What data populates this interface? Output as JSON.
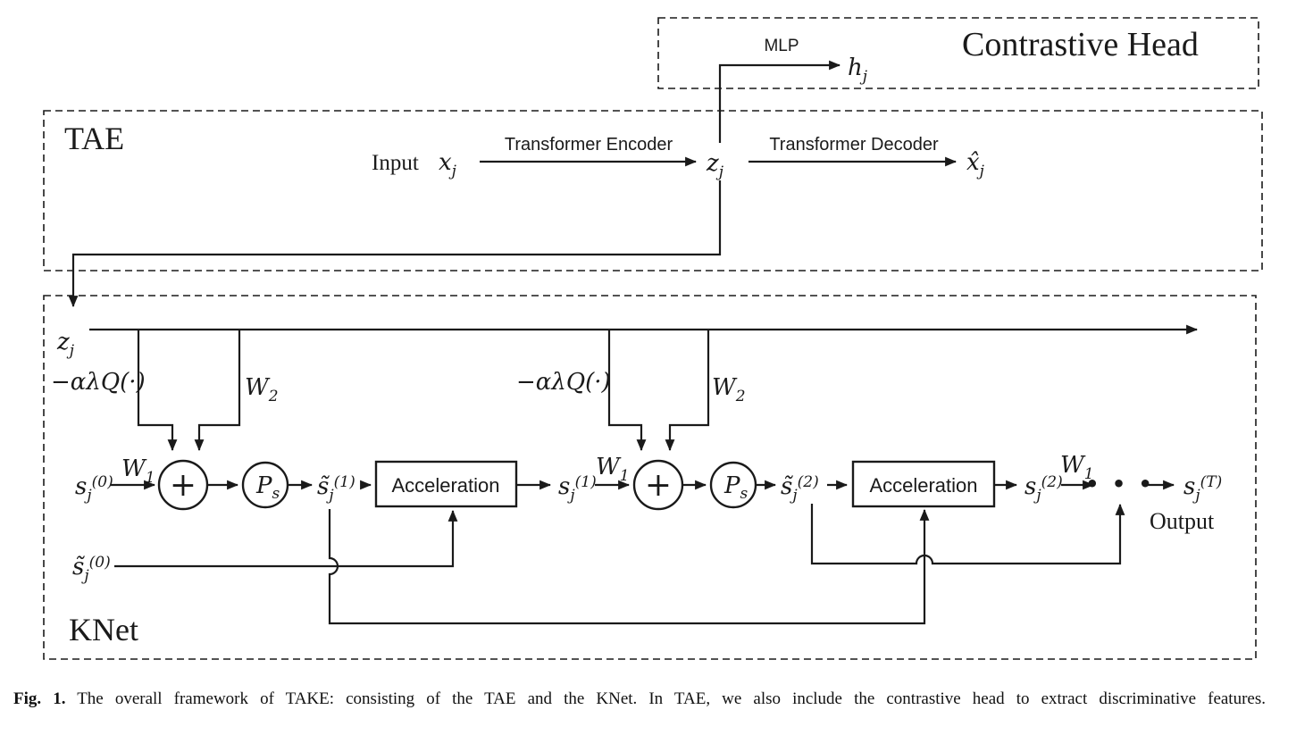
{
  "figure": {
    "contrastive_head": {
      "title": "Contrastive Head",
      "mlp_label": "MLP",
      "h": {
        "base": "h",
        "sub": "j"
      }
    },
    "tae": {
      "title": "TAE",
      "input_label": "Input",
      "x": {
        "base": "x",
        "sub": "j"
      },
      "encoder_label": "Transformer Encoder",
      "z": {
        "base": "z",
        "sub": "j"
      },
      "decoder_label": "Transformer Decoder",
      "x_hat": {
        "base": "x̂",
        "sub": "j"
      }
    },
    "knet": {
      "title": "KNet",
      "z": {
        "base": "z",
        "sub": "j"
      },
      "stages": [
        {
          "q_label": "−αλQ(·)",
          "w2": {
            "base": "W",
            "sub": "2"
          },
          "s_in": {
            "base": "s",
            "sub": "j",
            "sup": "(0)"
          },
          "w1": {
            "base": "W",
            "sub": "1"
          },
          "plus": "+",
          "p": {
            "base": "P",
            "sub": "s"
          },
          "s_tilde": {
            "base": "s̃",
            "sub": "j",
            "sup": "(1)"
          },
          "acceleration_label": "Acceleration",
          "s_out": {
            "base": "s",
            "sub": "j",
            "sup": "(1)"
          }
        },
        {
          "q_label": "−αλQ(·)",
          "w2": {
            "base": "W",
            "sub": "2"
          },
          "w1": {
            "base": "W",
            "sub": "1"
          },
          "plus": "+",
          "p": {
            "base": "P",
            "sub": "s"
          },
          "s_tilde": {
            "base": "s̃",
            "sub": "j",
            "sup": "(2)"
          },
          "acceleration_label": "Acceleration",
          "s_out": {
            "base": "s",
            "sub": "j",
            "sup": "(2)"
          }
        }
      ],
      "w1_final": {
        "base": "W",
        "sub": "1"
      },
      "dots": "• • •",
      "s_final": {
        "base": "s",
        "sub": "j",
        "sup": "(T)"
      },
      "s0_tilde": {
        "base": "s̃",
        "sub": "j",
        "sup": "(0)"
      },
      "output_label": "Output"
    }
  },
  "caption": {
    "label": "Fig. 1.",
    "text": "The overall framework of TAKE: consisting of the TAE and the KNet. In TAE, we also include the contrastive head to extract discriminative features."
  },
  "colors": {
    "line": "#1a1a1a",
    "background": "#ffffff"
  }
}
